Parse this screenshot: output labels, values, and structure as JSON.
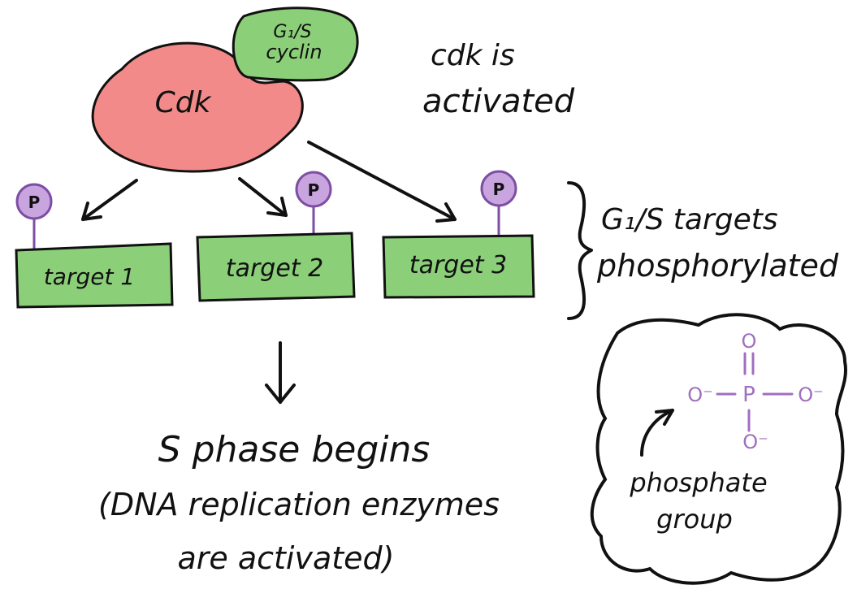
{
  "colors": {
    "cdk_fill": "#f28a8a",
    "cyclin_fill": "#8ccf79",
    "target_fill": "#8ccf79",
    "phosphate_fill": "#c9a5e0",
    "phosphate_stroke": "#7d4ea3",
    "ink": "#111111",
    "phosphate_group_text": "#a06fc0"
  },
  "cdk": {
    "label": "Cdk"
  },
  "cyclin": {
    "line1": "G₁/S",
    "line2": "cyclin"
  },
  "activation_note": {
    "line1": "cdk is",
    "line2": "activated"
  },
  "phosphate_label": "P",
  "targets": [
    {
      "label": "target 1"
    },
    {
      "label": "target 2"
    },
    {
      "label": "target 3"
    }
  ],
  "targets_note": {
    "line1": "G₁/S targets",
    "line2": "phosphorylated"
  },
  "outcome": {
    "line1": "S phase begins",
    "line2": "(DNA replication enzymes",
    "line3": "are activated)"
  },
  "phosphate_group": {
    "top_o": "O",
    "left_o": "O⁻",
    "center_p": "P",
    "right_o": "O⁻",
    "bottom_o": "O⁻",
    "label_line1": "phosphate",
    "label_line2": "group"
  }
}
